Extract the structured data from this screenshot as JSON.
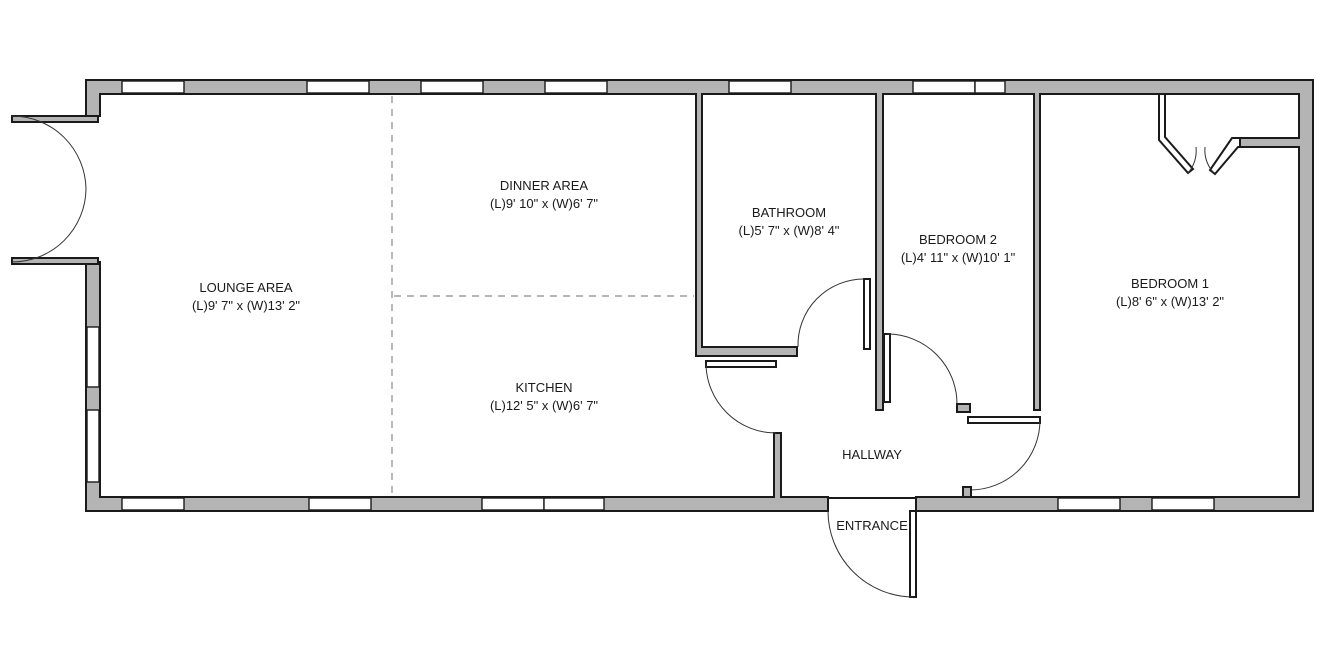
{
  "rooms": {
    "lounge": {
      "name": "LOUNGE AREA",
      "dims": "(L)9' 7\" x (W)13' 2\""
    },
    "dinner": {
      "name": "DINNER AREA",
      "dims": "(L)9' 10\" x (W)6' 7\""
    },
    "kitchen": {
      "name": "KITCHEN",
      "dims": "(L)12' 5\" x (W)6' 7\""
    },
    "bathroom": {
      "name": "BATHROOM",
      "dims": "(L)5' 7\" x (W)8' 4\""
    },
    "bedroom2": {
      "name": "BEDROOM 2",
      "dims": "(L)4' 11\" x (W)10' 1\""
    },
    "bedroom1": {
      "name": "BEDROOM 1",
      "dims": "(L)8' 6\" x (W)13' 2\""
    },
    "hallway": {
      "name": "HALLWAY"
    },
    "entrance": {
      "name": "ENTRANCE"
    }
  },
  "colors": {
    "wall_fill": "#b4b4b4",
    "line": "#1a1a1a",
    "background": "#ffffff"
  }
}
